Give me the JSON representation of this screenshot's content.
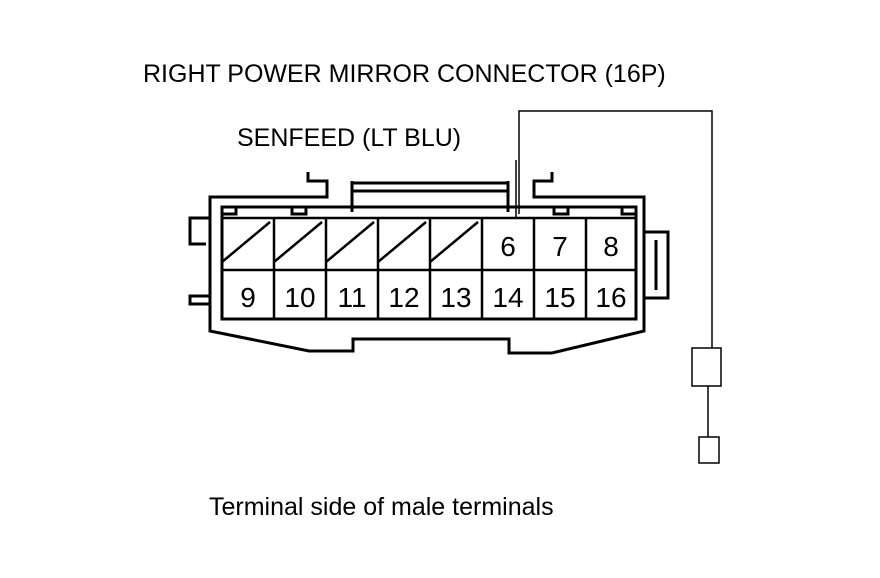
{
  "title": "RIGHT POWER MIRROR CONNECTOR (16P)",
  "wire_label": "SENFEED (LT BLU)",
  "footer": "Terminal side of male terminals",
  "connector": {
    "top_row": [
      "",
      "",
      "",
      "",
      "",
      "6",
      "7",
      "8"
    ],
    "bottom_row": [
      "9",
      "10",
      "11",
      "12",
      "13",
      "14",
      "15",
      "16"
    ],
    "empty_top_cells": 5,
    "probed_terminal": "6"
  }
}
